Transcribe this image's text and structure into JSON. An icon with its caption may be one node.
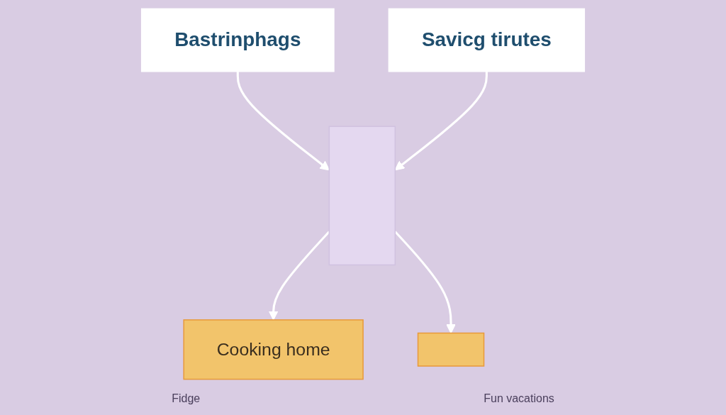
{
  "diagram": {
    "nodes": [
      {
        "text": [
          "Bastrinphags"
        ]
      },
      {
        "text": [
          "Savicg tirutes"
        ]
      },
      {
        "text": [],
        "shape": "bar"
      },
      {
        "text": [
          "Cooking home"
        ]
      },
      {
        "text": [],
        "shape": "box"
      }
    ],
    "edges": [
      {
        "from": 0,
        "to": 2,
        "arrow": "to"
      },
      {
        "from": 1,
        "to": 2,
        "arrow": "to"
      },
      {
        "from": 2,
        "to": 3,
        "arrow": "to"
      },
      {
        "from": 2,
        "to": 4,
        "arrow": "to"
      }
    ],
    "labels": [
      "Fidge",
      "Fun vacations"
    ]
  }
}
